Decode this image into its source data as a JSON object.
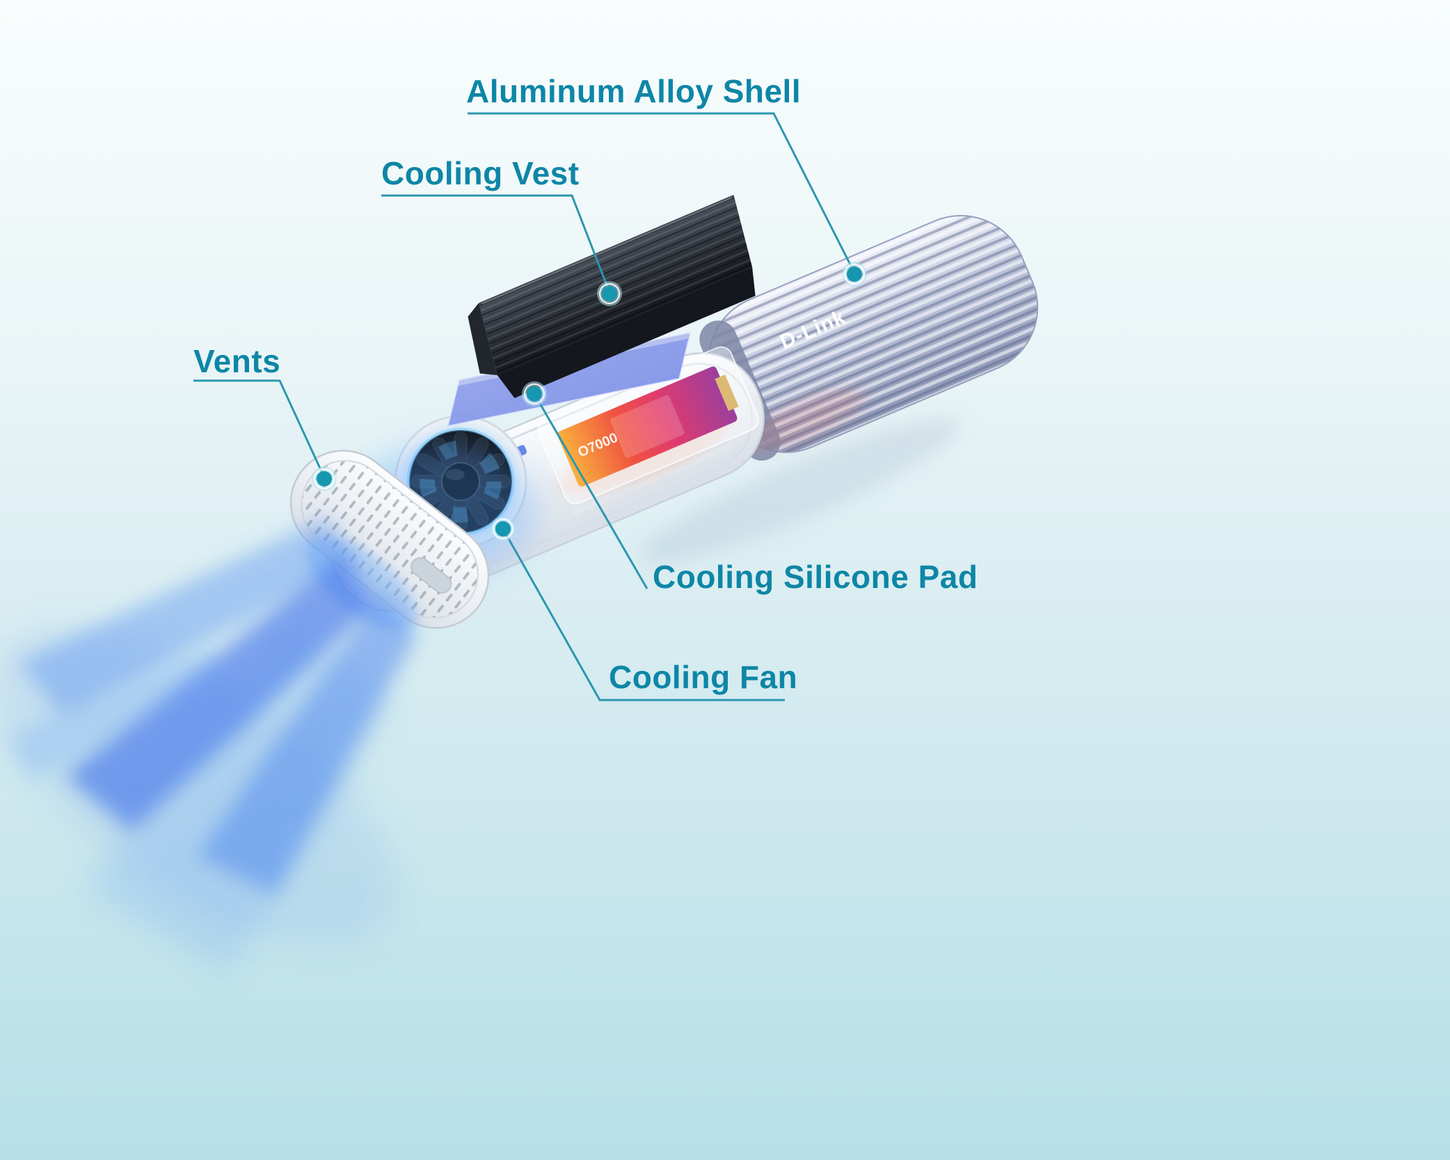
{
  "labels": {
    "shell": "Aluminum Alloy Shell",
    "vest": "Cooling Vest",
    "vents": "Vents",
    "pad": "Cooling Silicone Pad",
    "fan": "Cooling Fan"
  },
  "product": {
    "brand": "D-Link",
    "ssd_label": "O7000"
  },
  "colors": {
    "label_text": "#0e86a6",
    "leader_line": "#2b97ae",
    "callout_dot": "#1796b0",
    "background_top": "#f9fdfd",
    "background_bottom": "#b7dfe8",
    "airflow_blue": "#2f63ea",
    "pad_purple": "#8b9ce9",
    "shell_silver": "#aeb6d0",
    "vest_black": "#1a1e24"
  }
}
